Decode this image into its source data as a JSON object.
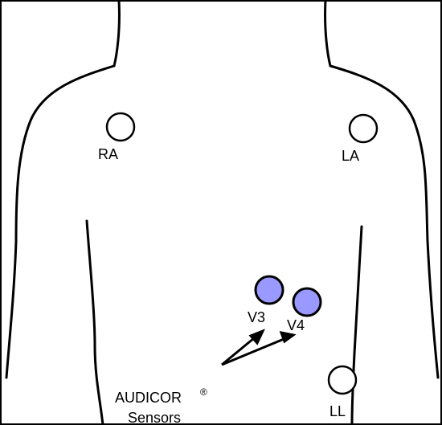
{
  "diagram": {
    "electrodes": {
      "ra": "RA",
      "la": "LA",
      "ll": "LL",
      "v3": "V3",
      "v4": "V4"
    },
    "callout": {
      "brand": "AUDICOR",
      "mark": "®",
      "line2": "Sensors"
    },
    "colors": {
      "outline": "#000000",
      "sensor_fill": "#9999ff",
      "electrode_fill": "#ffffff",
      "background": "#ffffff"
    }
  }
}
